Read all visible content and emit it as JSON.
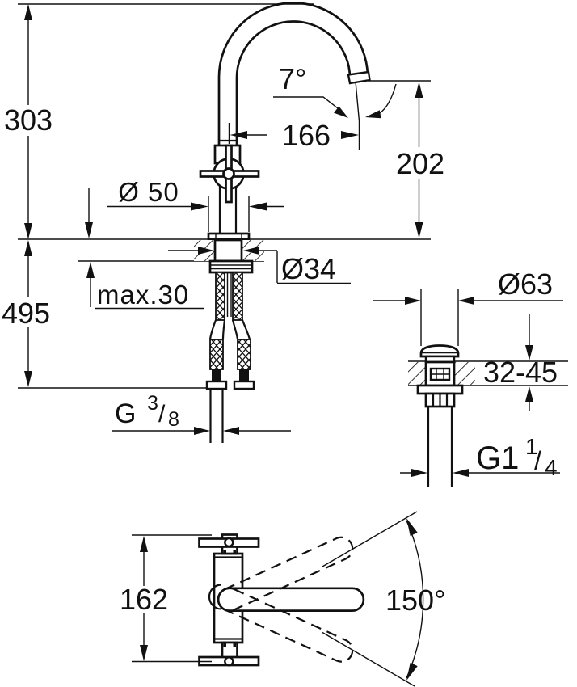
{
  "page": {
    "kind": "faucet-installation-drawing",
    "background": "#ffffff",
    "ink": "#111111"
  },
  "views": {
    "front": {
      "name": "front-elevation-of-basin-mixer",
      "dims": {
        "height_above": "303",
        "spout_angle": "7°",
        "spout_reach": "166",
        "outlet_height": "202",
        "body_diameter": "Ø 50",
        "shank_diameter": "Ø34",
        "max_deck_thickness": "max.30",
        "height_below": "495",
        "supply_thread": {
          "g": "G",
          "numerator": "3",
          "slash": "/",
          "denominator": "8"
        }
      }
    },
    "waste": {
      "name": "pop-up-waste-valve-section",
      "dims": {
        "flange_diameter": "Ø63",
        "deck_thickness_range": "32-45",
        "waste_thread": {
          "g": "G1",
          "numerator": "1",
          "slash": "/",
          "denominator": "4"
        }
      }
    },
    "top": {
      "name": "plan-view-swivel-range",
      "dims": {
        "body_length": "162",
        "swivel_range": "150°"
      }
    }
  }
}
